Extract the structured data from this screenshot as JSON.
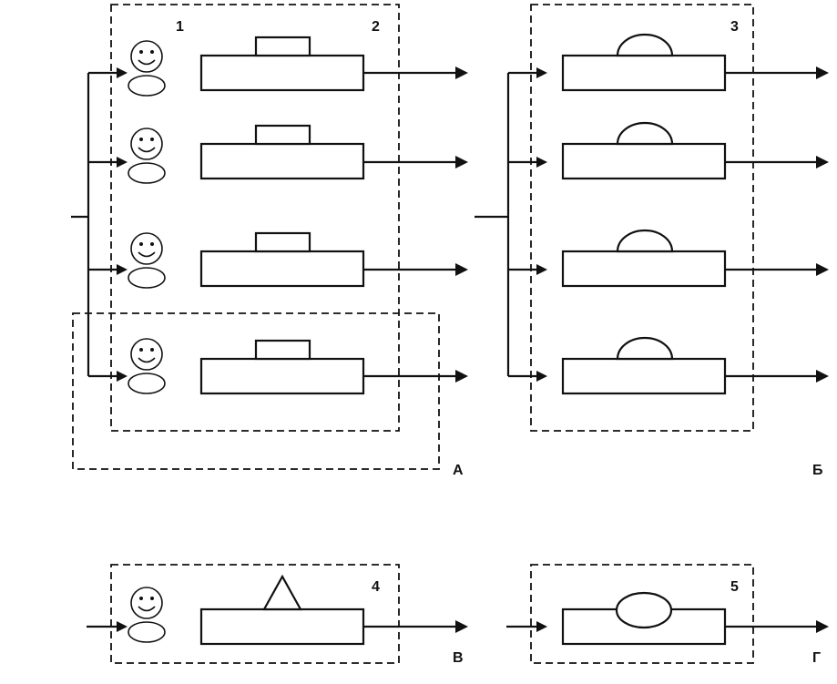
{
  "labels": {
    "worker_1": "1",
    "machine_2": "2",
    "machine_3": "3",
    "machine_4": "4",
    "machine_5": "5",
    "panel_a": "А",
    "panel_b": "Б",
    "panel_v": "В",
    "panel_g": "Г"
  },
  "icons": {
    "worker": "smiley-worker-icon",
    "machine_flat_cap": "machine-rect-cap-icon",
    "machine_dome_cap": "machine-dome-cap-icon",
    "machine_triangle_cap": "machine-triangle-cap-icon",
    "machine_ellipse_cap": "machine-ellipse-cap-icon"
  }
}
